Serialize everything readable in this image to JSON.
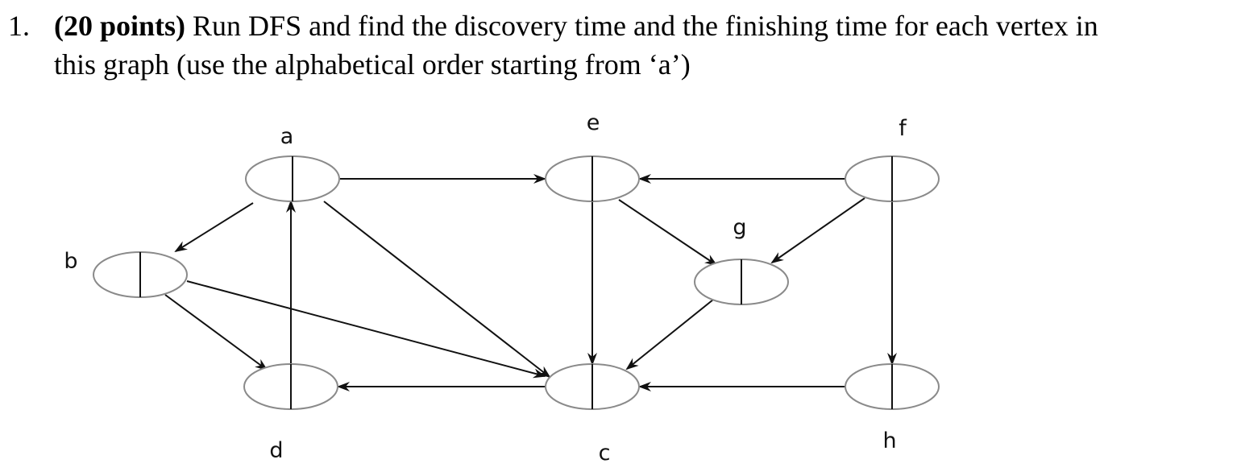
{
  "question": {
    "number": "1.",
    "points": "(20 points)",
    "text_line1": " Run DFS and find the discovery time and the finishing time for each vertex in",
    "text_line2": "this graph (use the alphabetical order starting from ‘a’)"
  },
  "graph": {
    "nodes": [
      {
        "id": "a",
        "label": "a"
      },
      {
        "id": "b",
        "label": "b"
      },
      {
        "id": "c",
        "label": "c"
      },
      {
        "id": "d",
        "label": "d"
      },
      {
        "id": "e",
        "label": "e"
      },
      {
        "id": "f",
        "label": "f"
      },
      {
        "id": "g",
        "label": "g"
      },
      {
        "id": "h",
        "label": "h"
      }
    ],
    "edges": [
      {
        "from": "a",
        "to": "e"
      },
      {
        "from": "a",
        "to": "b"
      },
      {
        "from": "a",
        "to": "c"
      },
      {
        "from": "b",
        "to": "d"
      },
      {
        "from": "b",
        "to": "c"
      },
      {
        "from": "d",
        "to": "a"
      },
      {
        "from": "e",
        "to": "c"
      },
      {
        "from": "e",
        "to": "g"
      },
      {
        "from": "f",
        "to": "e"
      },
      {
        "from": "f",
        "to": "g"
      },
      {
        "from": "f",
        "to": "h"
      },
      {
        "from": "g",
        "to": "c"
      },
      {
        "from": "c",
        "to": "d"
      },
      {
        "from": "h",
        "to": "c"
      }
    ]
  }
}
